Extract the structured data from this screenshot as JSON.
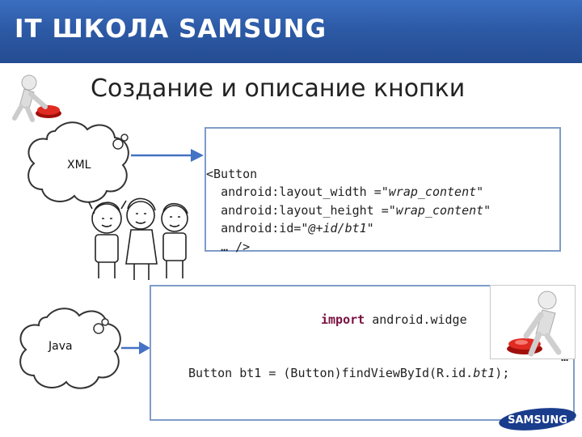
{
  "banner": {
    "title": "IT ШКОЛА SAMSUNG"
  },
  "slide": {
    "title": "Создание и описание кнопки"
  },
  "xml_cloud": {
    "label": "XML"
  },
  "java_cloud": {
    "label": "Java"
  },
  "xml_code": {
    "line1": "<Button",
    "line2_attr": "android:layout_width =",
    "line2_val": "\"wrap_content\"",
    "line3_attr": "android:layout_height =",
    "line3_val": "\"wrap_content\"",
    "line4_attr": "android:id=",
    "line4_val": "\"@+id/bt1\"",
    "line5": "… />"
  },
  "java_code": {
    "import_kw": "import",
    "import_rest": "android.widge",
    "ellipsis": "…",
    "stmt_start": "Button bt1 = (Button)findViewById(R.id.",
    "stmt_field": "bt1",
    "stmt_end": ");"
  },
  "logo": {
    "text": "SAMSUNG"
  },
  "colors": {
    "banner": "#2d5aa6",
    "box_border": "#7f9cc8",
    "arrow": "#4472c4",
    "button_red": "#d9221c"
  }
}
